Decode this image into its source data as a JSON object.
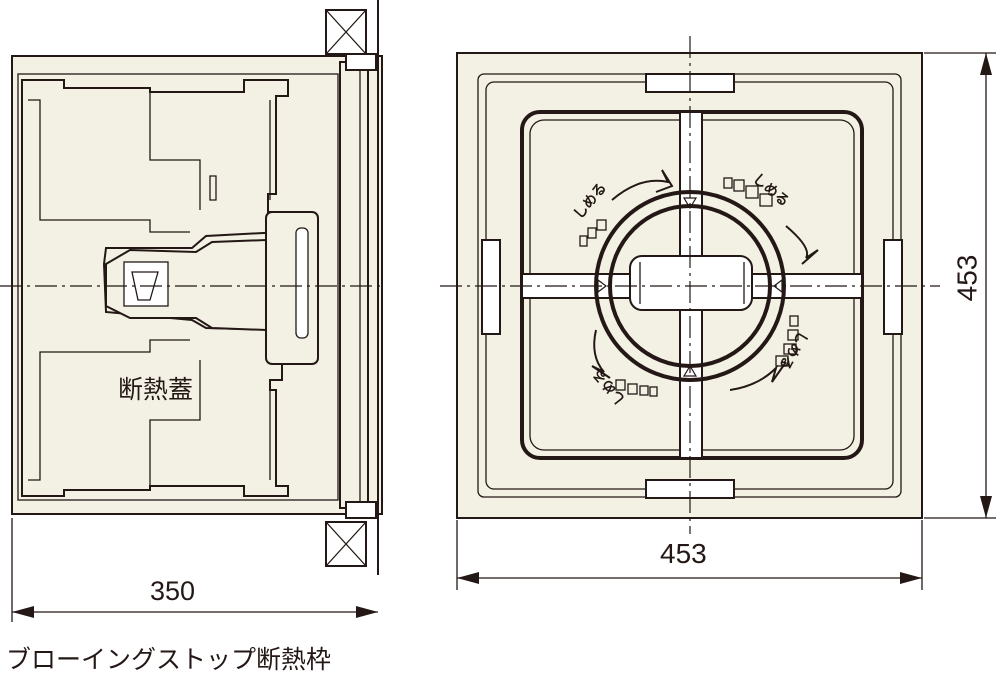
{
  "side_view": {
    "lid_label": "断熱蓋",
    "width_label": "350",
    "caption": "ブローイングストップ断熱枠"
  },
  "plan_view": {
    "width_label": "453",
    "height_label": "453",
    "arrow_text": "しめる"
  },
  "colors": {
    "line": "#231815",
    "fill": "#f3f0e4",
    "background": "#ffffff"
  }
}
